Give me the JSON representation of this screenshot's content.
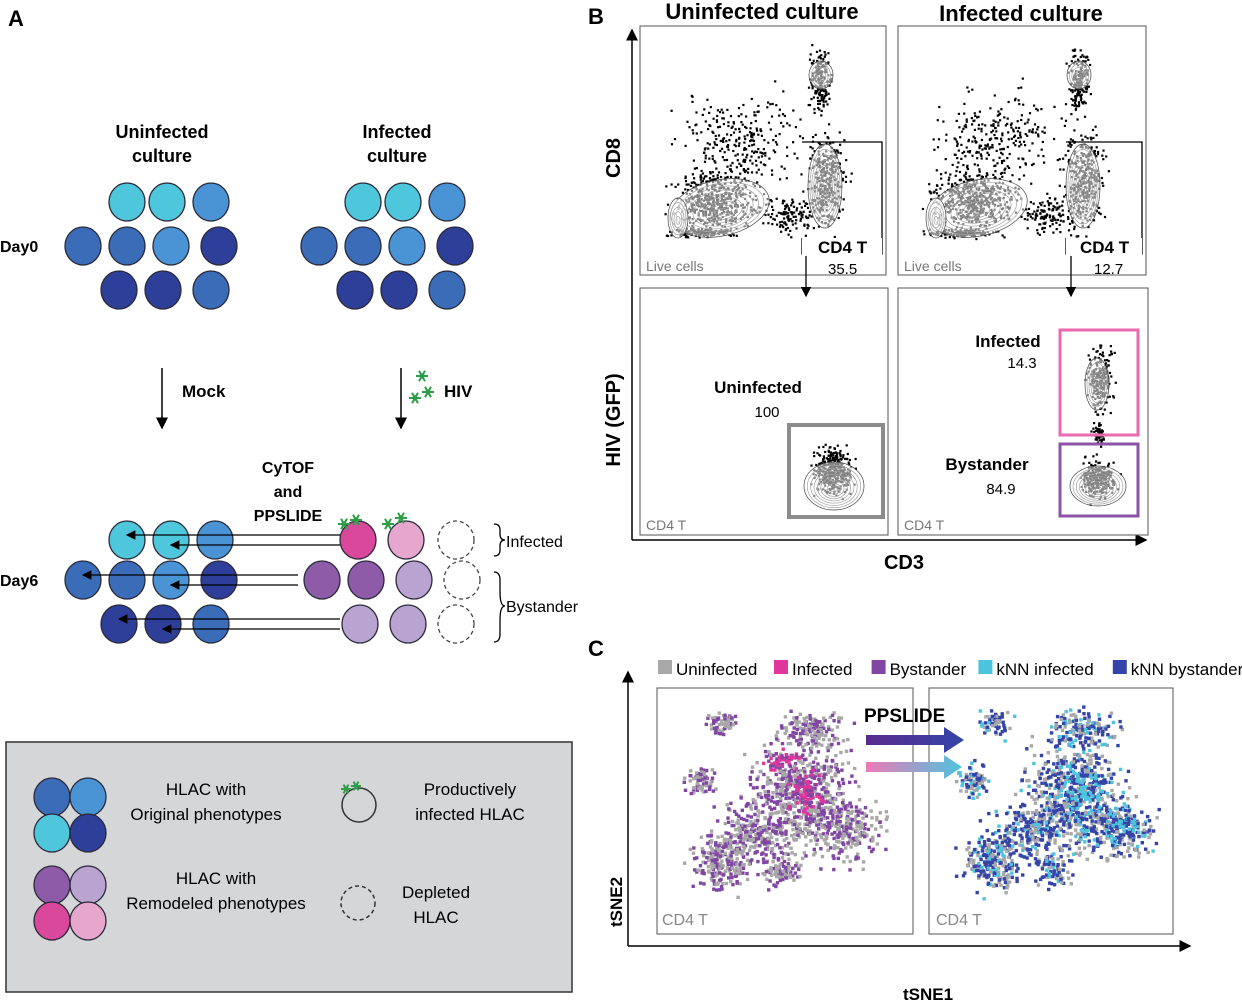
{
  "panel_a": {
    "letter": "A",
    "uninfected_title": [
      "Uninfected",
      "culture"
    ],
    "infected_title": [
      "Infected",
      "culture"
    ],
    "day0": "Day0",
    "day6": "Day6",
    "mock": "Mock",
    "hiv": "HIV",
    "cytof": [
      "CyTOF",
      "and",
      "PPSLIDE"
    ],
    "infected_label": "Infected",
    "bystander_label": "Bystander",
    "colors": {
      "cyan": "#4ec6dc",
      "light_blue": "#4a93d4",
      "mid_blue": "#3b6cb8",
      "dark_blue": "#2e3f9a",
      "magenta": "#d9489a",
      "pink": "#e6a6cd",
      "purple": "#8e5ba8",
      "light_purple": "#b9a3d0",
      "virus_green": "#2e9e48"
    }
  },
  "legend": {
    "hlac_original": [
      "HLAC with",
      "Original phenotypes"
    ],
    "productively_infected": [
      "Productively",
      "infected HLAC"
    ],
    "hlac_remodeled": [
      "HLAC with",
      "Remodeled phenotypes"
    ],
    "depleted": [
      "Depleted",
      "HLAC"
    ],
    "background": "#d4d6d7"
  },
  "panel_b": {
    "letter": "B",
    "uninfected_title": "Uninfected culture",
    "infected_title": "Infected culture",
    "y_top": "CD8",
    "y_bottom": "HIV (GFP)",
    "x_label": "CD3",
    "live_cells": "Live cells",
    "cd4t_gate": "CD4 T",
    "cd4t_uninfected_pct": "35.5",
    "cd4t_infected_pct": "12.7",
    "parent_cd4t": "CD4 T",
    "uninfected_gate": "Uninfected",
    "uninfected_pct": "100",
    "infected_gate": "Infected",
    "infected_pct": "14.3",
    "bystander_gate": "Bystander",
    "bystander_pct": "84.9",
    "gate_colors": {
      "uninfected": "#8c8c8c",
      "infected": "#ea6aaf",
      "bystander": "#8e53a6"
    }
  },
  "panel_c": {
    "letter": "C",
    "legend": [
      {
        "label": "Uninfected",
        "color": "#a8a8a8"
      },
      {
        "label": "Infected",
        "color": "#e0359a"
      },
      {
        "label": "Bystander",
        "color": "#8146a3"
      },
      {
        "label": "kNN infected",
        "color": "#4dc4de"
      },
      {
        "label": "kNN bystander",
        "color": "#3444a8"
      }
    ],
    "ppslide": "PPSLIDE",
    "parent_left": "CD4 T",
    "parent_right": "CD4 T",
    "y_label": "tSNE2",
    "x_label": "tSNE1"
  }
}
